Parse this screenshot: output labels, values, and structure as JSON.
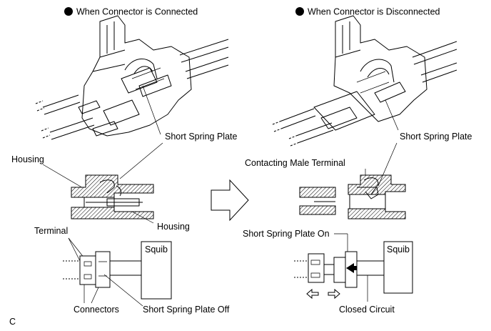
{
  "left_panel": {
    "heading": "When Connector is Connected",
    "label_short_spring_plate": "Short Spring Plate",
    "label_housing_top": "Housing",
    "label_housing_bottom": "Housing",
    "label_terminal": "Terminal",
    "label_squib": "Squib",
    "label_connectors": "Connectors",
    "label_plate_off": "Short Spring Plate Off"
  },
  "right_panel": {
    "heading": "When Connector is Disconnected",
    "label_short_spring_plate": "Short Spring Plate",
    "label_contacting_terminal": "Contacting Male Terminal",
    "label_plate_on": "Short Spring Plate On",
    "label_squib": "Squib",
    "label_closed_circuit": "Closed Circuit"
  },
  "corner_code": "C"
}
